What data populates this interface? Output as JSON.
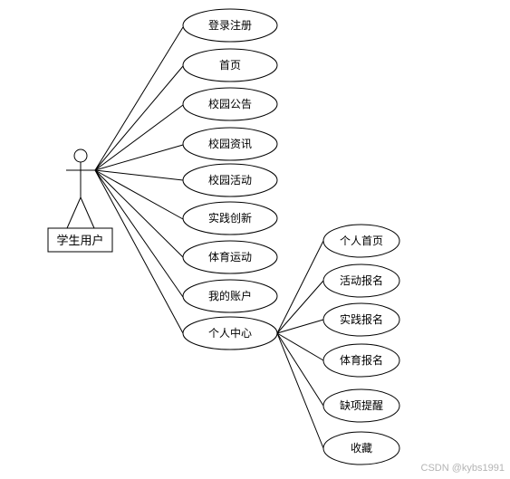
{
  "actor": {
    "label": "学生用户"
  },
  "use_cases": [
    {
      "id": "login",
      "label": "登录注册"
    },
    {
      "id": "home",
      "label": "首页"
    },
    {
      "id": "announcement",
      "label": "校园公告"
    },
    {
      "id": "news",
      "label": "校园资讯"
    },
    {
      "id": "activity",
      "label": "校园活动"
    },
    {
      "id": "practice",
      "label": "实践创新"
    },
    {
      "id": "sports",
      "label": "体育运动"
    },
    {
      "id": "account",
      "label": "我的账户"
    },
    {
      "id": "personal_center",
      "label": "个人中心"
    }
  ],
  "sub_use_cases": [
    {
      "id": "personal_home",
      "label": "个人首页"
    },
    {
      "id": "activity_signup",
      "label": "活动报名"
    },
    {
      "id": "practice_signup",
      "label": "实践报名"
    },
    {
      "id": "sports_signup",
      "label": "体育报名"
    },
    {
      "id": "missing_reminder",
      "label": "缺项提醒"
    },
    {
      "id": "favorites",
      "label": "收藏"
    }
  ],
  "watermark": "CSDN @kybs1991"
}
